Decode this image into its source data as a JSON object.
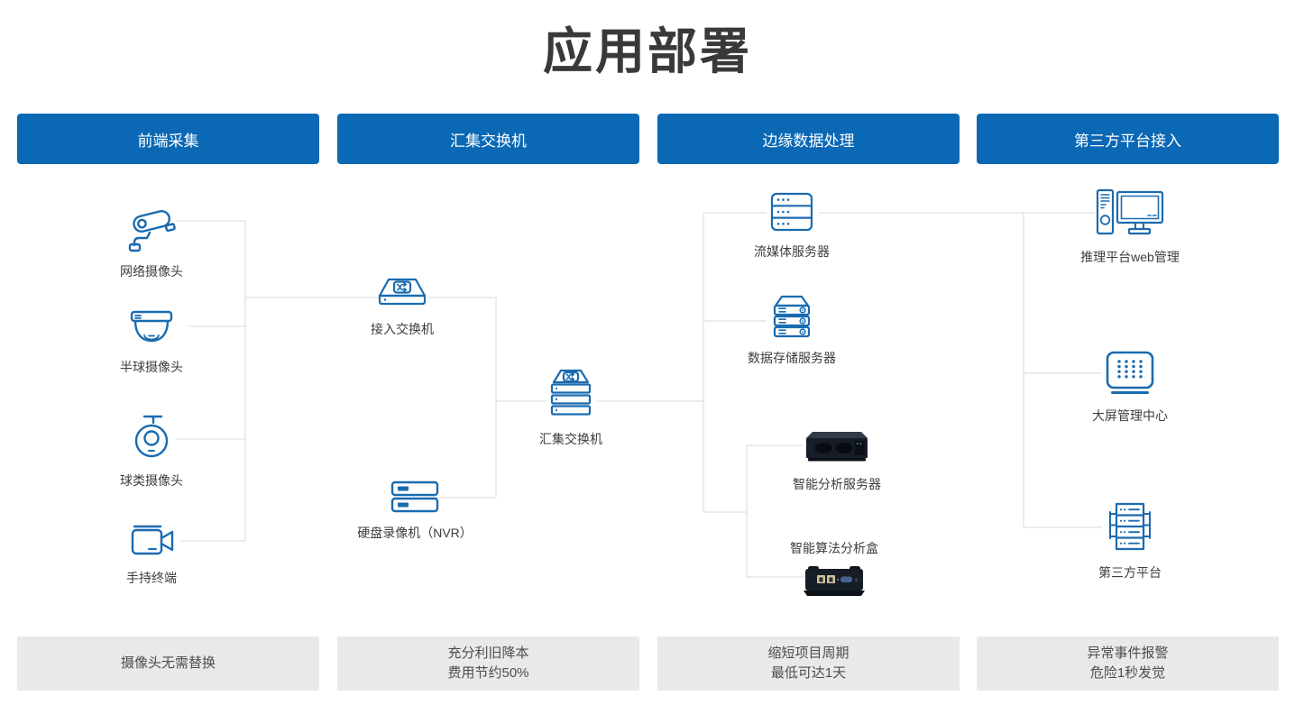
{
  "title": "应用部署",
  "columns": [
    {
      "header": "前端采集",
      "footer": [
        "摄像头无需替换"
      ]
    },
    {
      "header": "汇集交换机",
      "footer": [
        "充分利旧降本",
        "费用节约50%"
      ]
    },
    {
      "header": "边缘数据处理",
      "footer": [
        "缩短项目周期",
        "最低可达1天"
      ]
    },
    {
      "header": "第三方平台接入",
      "footer": [
        "异常事件报警",
        "危险1秒发觉"
      ]
    }
  ],
  "nodes": {
    "network_camera": {
      "label": "网络摄像头"
    },
    "dome_camera": {
      "label": "半球摄像头"
    },
    "ball_camera": {
      "label": "球类摄像头"
    },
    "handheld_terminal": {
      "label": "手持终端"
    },
    "access_switch": {
      "label": "接入交换机"
    },
    "aggregation_switch": {
      "label": "汇集交换机"
    },
    "nvr": {
      "label": "硬盘录像机（NVR）"
    },
    "streaming_server": {
      "label": "流媒体服务器"
    },
    "storage_server": {
      "label": "数据存储服务器"
    },
    "analysis_server": {
      "label": "智能分析服务器"
    },
    "analysis_box": {
      "label": "智能算法分析盒"
    },
    "inference_web": {
      "label": "推理平台web管理"
    },
    "big_screen": {
      "label": "大屏管理中心"
    },
    "third_party": {
      "label": "第三方平台"
    }
  },
  "colors": {
    "header_blue": "#0b68b4",
    "icon_blue": "#1a6bb0",
    "connector_gray": "#d9d9d9",
    "footer_bg": "#e9e9e9",
    "title_text": "#393939"
  }
}
